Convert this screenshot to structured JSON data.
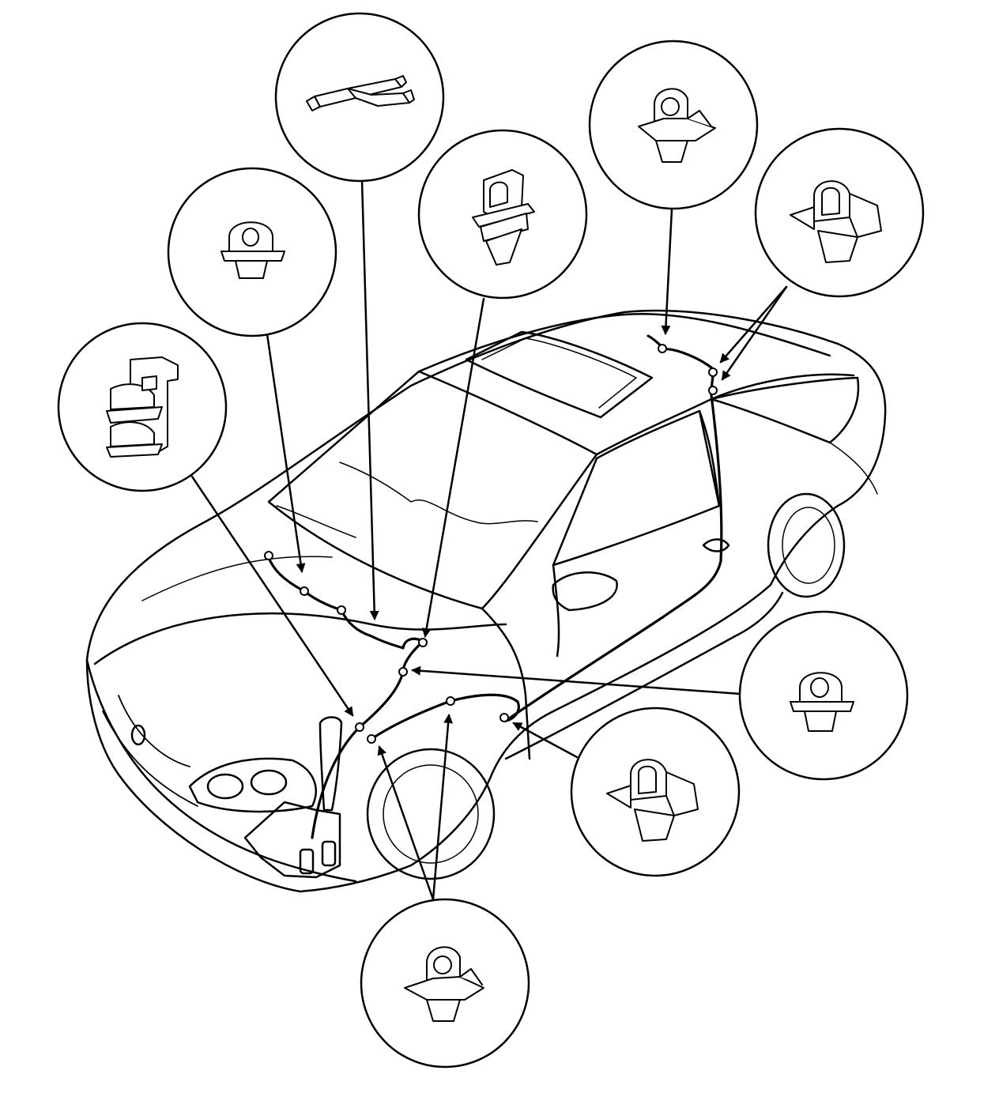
{
  "diagram": {
    "line_color": "#000000",
    "fill_color": "#ffffff",
    "subject": "car-outline",
    "callouts": [
      {
        "id": "hose-joint-callout",
        "icon": "hose-joint-icon"
      },
      {
        "id": "round-clip-top-left-callout",
        "icon": "round-clip-icon"
      },
      {
        "id": "double-clip-callout",
        "icon": "double-clip-icon"
      },
      {
        "id": "stacked-clip-callout",
        "icon": "stacked-clip-icon"
      },
      {
        "id": "snap-clip-top-callout",
        "icon": "snap-clip-icon"
      },
      {
        "id": "u-clip-top-right-callout",
        "icon": "u-clip-icon"
      },
      {
        "id": "round-clip-right-callout",
        "icon": "round-clip-icon"
      },
      {
        "id": "u-clip-bottom-right-callout",
        "icon": "u-clip-icon"
      },
      {
        "id": "snap-clip-bottom-callout",
        "icon": "snap-clip-icon"
      }
    ]
  }
}
